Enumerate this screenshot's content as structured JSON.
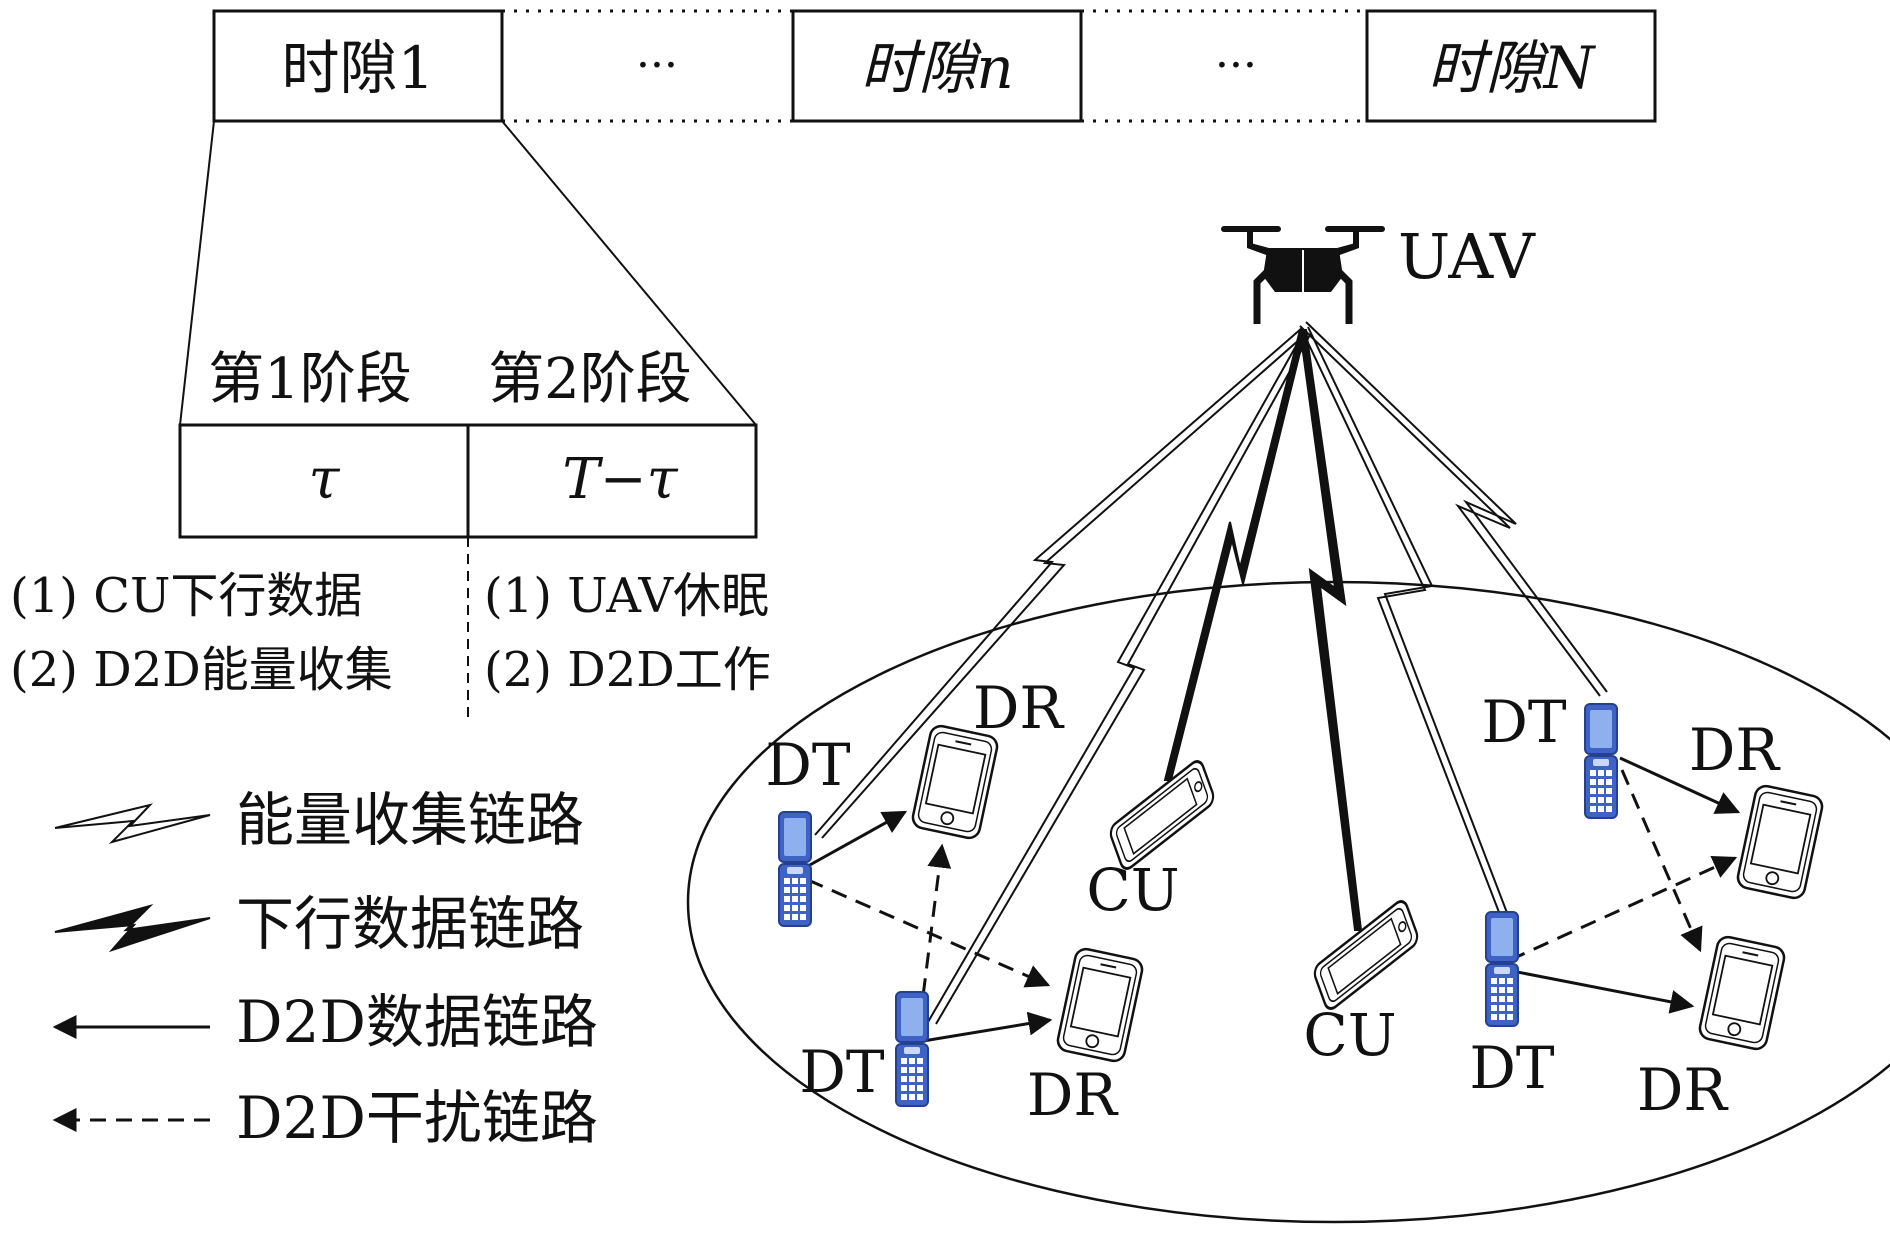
{
  "timeline": {
    "slot_first": "时隙1",
    "slot_middle": "时隙n",
    "slot_last": "时隙N",
    "ellipsis": "···"
  },
  "phases": {
    "phase1_title": "第1阶段",
    "phase2_title": "第2阶段",
    "phase1_duration": "τ",
    "phase2_duration": "T−τ",
    "phase1_item1": "(1) CU下行数据",
    "phase1_item2": "(2) D2D能量收集",
    "phase2_item1": "(1) UAV休眠",
    "phase2_item2": "(2) D2D工作"
  },
  "legend": {
    "energy_link": "能量收集链路",
    "downlink": "下行数据链路",
    "d2d_data": "D2D数据链路",
    "d2d_interference": "D2D干扰链路"
  },
  "nodes": {
    "uav": "UAV",
    "dt": "DT",
    "dr": "DR",
    "cu": "CU"
  },
  "colors": {
    "line": "#111111",
    "device_blue": "#3f63c4",
    "device_blue_light": "#8fb0ee"
  }
}
